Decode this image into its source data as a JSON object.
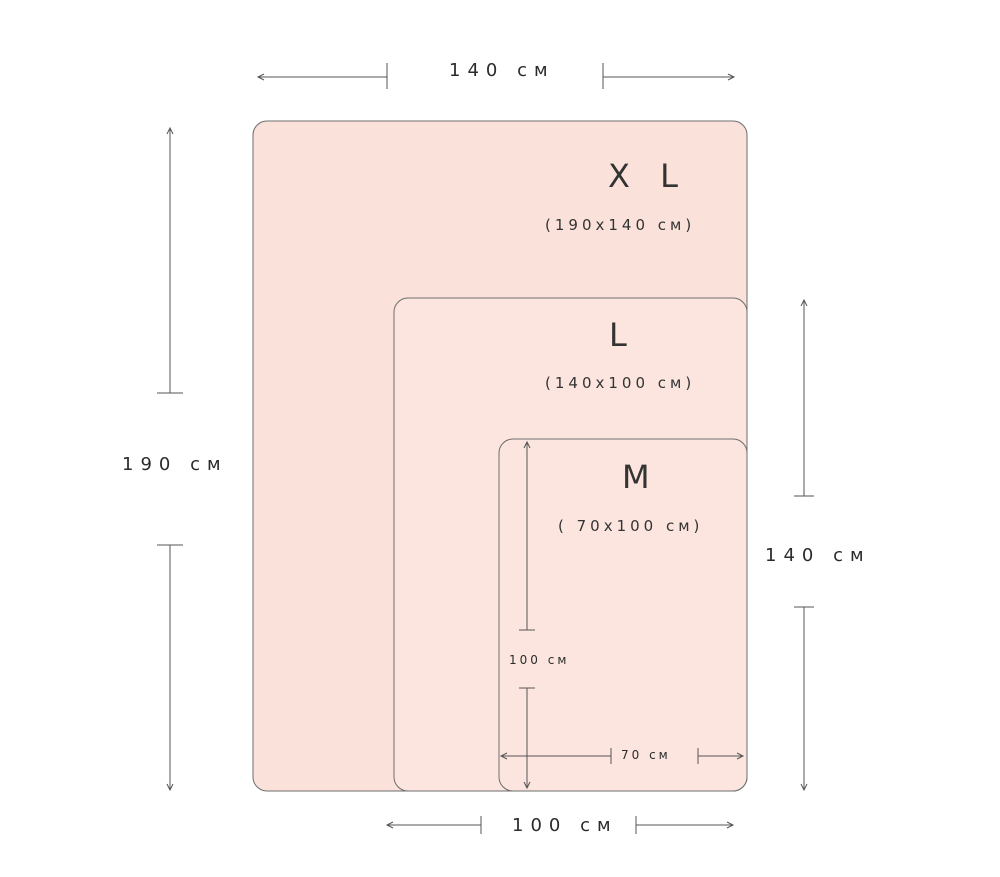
{
  "colors": {
    "rug_fill": "#fbe5de",
    "rug_fill_xl": "#fae2da",
    "rug_border": "#6e6e6e",
    "line": "#555555",
    "text": "#2b2b2b"
  },
  "dimensions": {
    "top_width": "140 см",
    "left_height": "190 см",
    "right_height": "140 см",
    "bottom_width": "100 см",
    "inner_height": "100 см",
    "inner_width": "70 см"
  },
  "sizes": [
    {
      "name": "XL",
      "label": "X L",
      "measure": "(190x140 см)"
    },
    {
      "name": "L",
      "label": "L",
      "measure": "(140x100 см)"
    },
    {
      "name": "M",
      "label": "M",
      "measure": "( 70x100 см)"
    }
  ]
}
